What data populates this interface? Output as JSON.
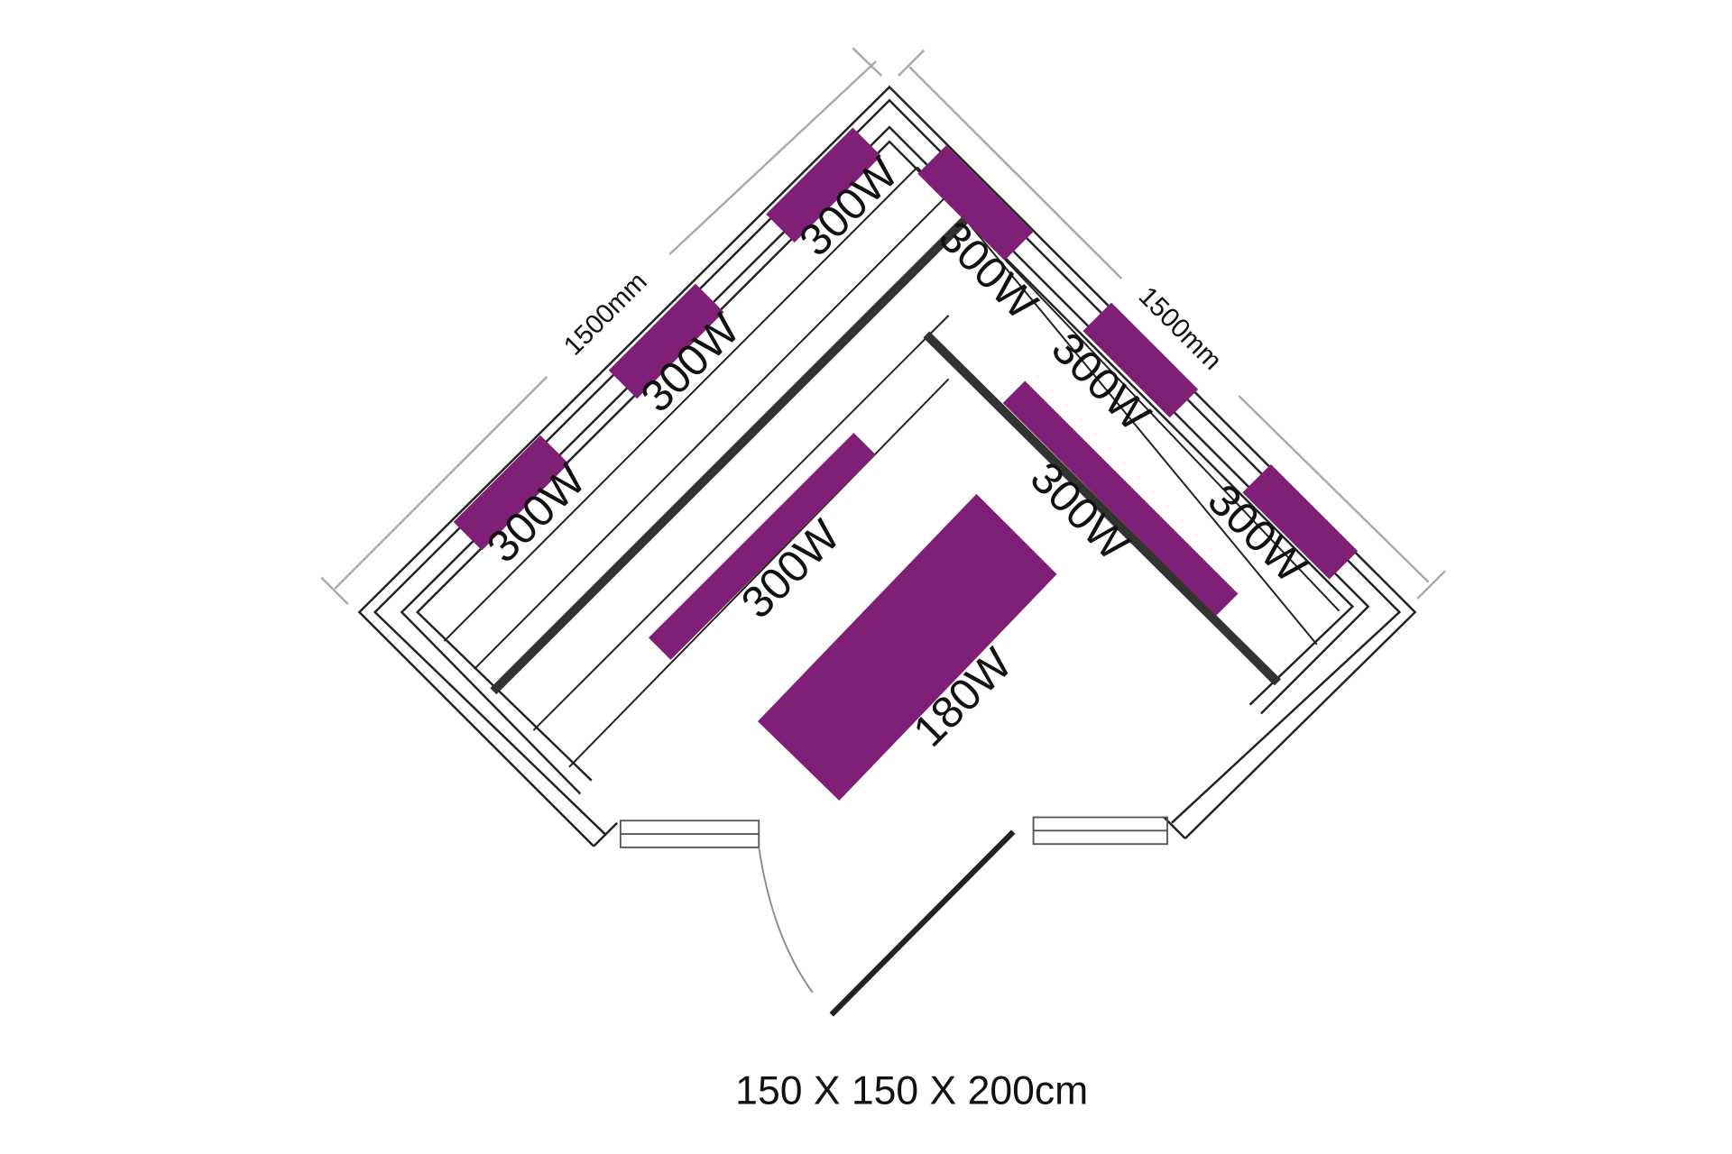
{
  "colors": {
    "heater": "#7f1f75",
    "wall": "#222222",
    "dimension": "#aaaaaa",
    "bench_edge": "#333333"
  },
  "dimensions": {
    "left_wall": "1500mm",
    "right_wall": "1500mm"
  },
  "heaters": {
    "left_wall": [
      "300W",
      "300W",
      "300W"
    ],
    "right_wall": [
      "300W",
      "300W",
      "300W"
    ],
    "left_bench": "300W",
    "right_bench": "300W",
    "floor": "180W"
  },
  "caption": "150 X 150 X 200cm"
}
